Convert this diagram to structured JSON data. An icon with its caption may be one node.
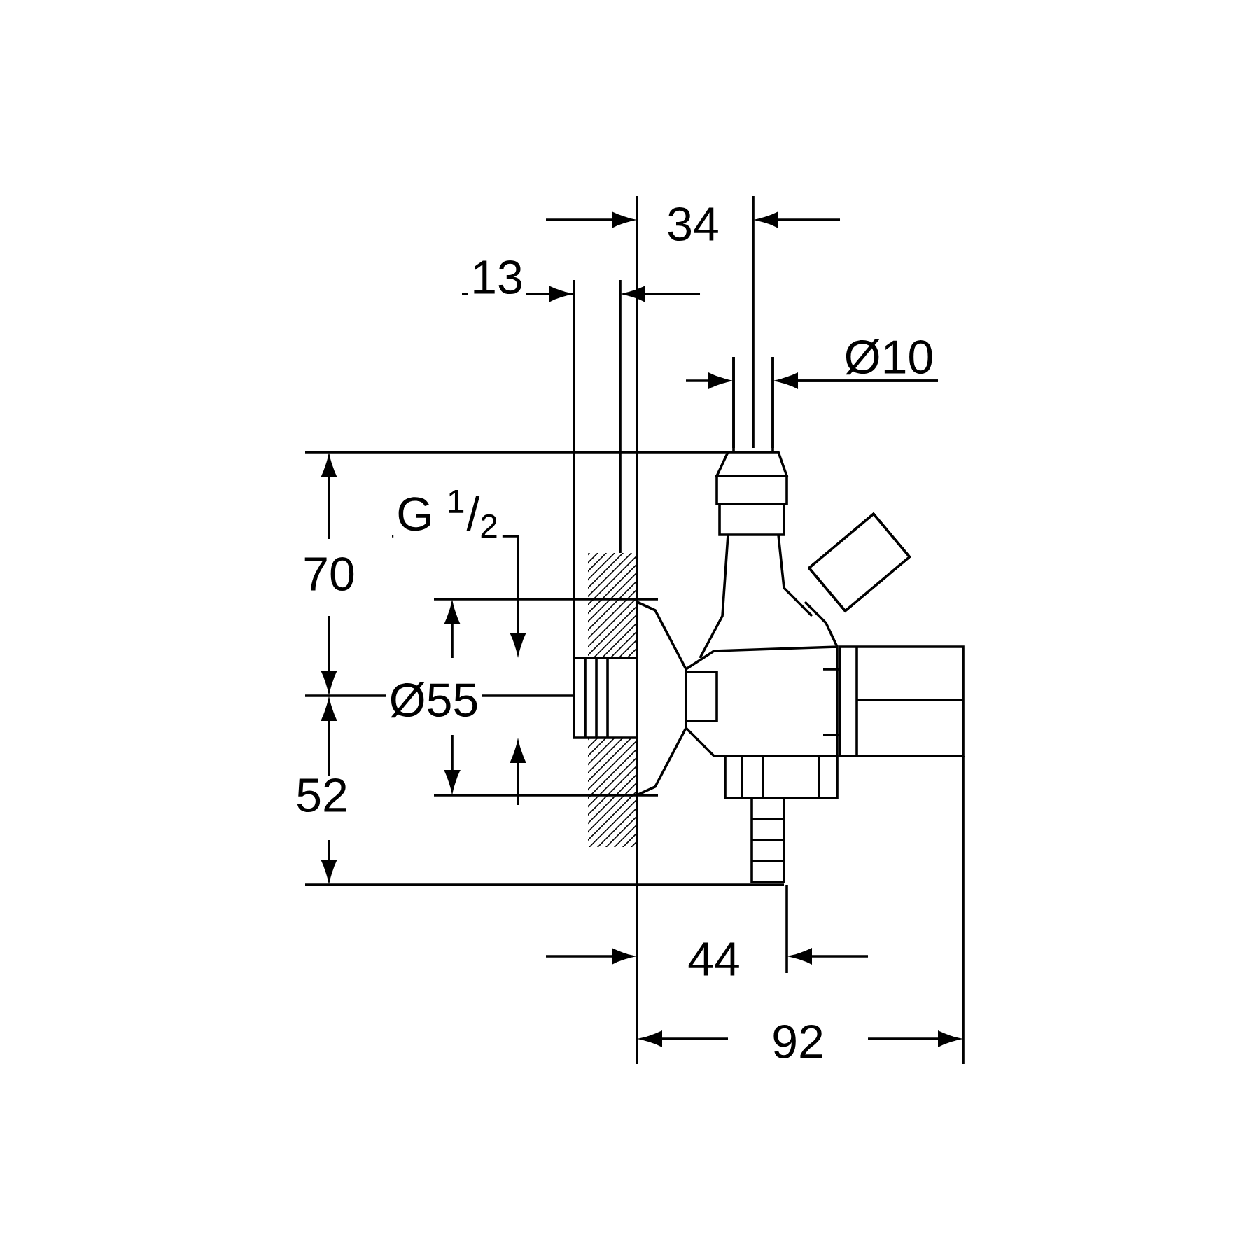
{
  "diagram": {
    "labels": [
      "34",
      "13",
      "Ø10",
      "70",
      "G $^{1}$/$_{2}$",
      "Ø55",
      "52",
      "44",
      "92"
    ]
  }
}
